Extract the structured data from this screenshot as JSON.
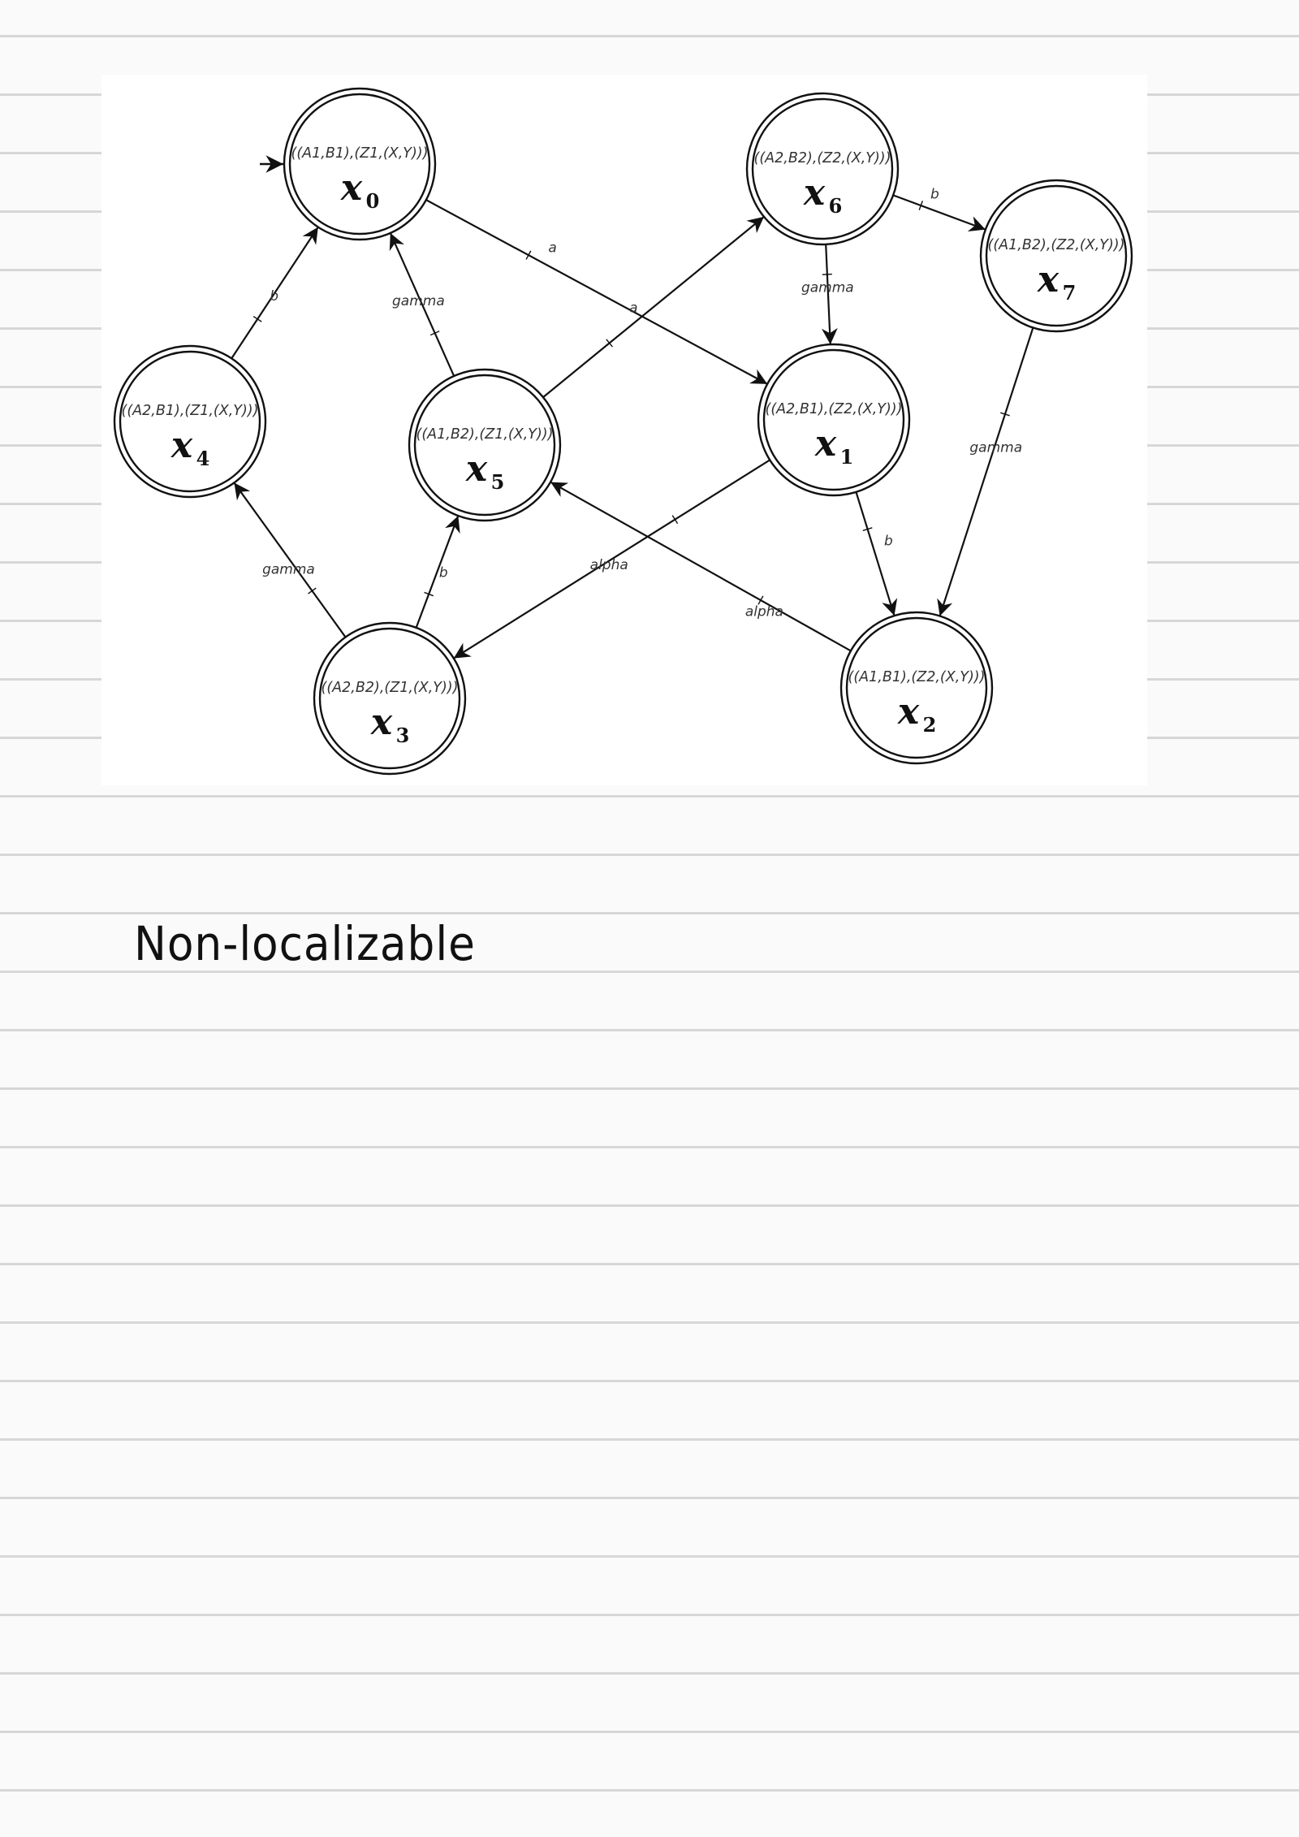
{
  "graph": {
    "nodes": [
      {
        "id": "x0",
        "tuple": "((A1,B1),(Z1,(X,Y)))",
        "name": "x",
        "sub": "0",
        "initial": true
      },
      {
        "id": "x1",
        "tuple": "((A2,B1),(Z2,(X,Y)))",
        "name": "x",
        "sub": "1",
        "initial": false
      },
      {
        "id": "x2",
        "tuple": "((A1,B1),(Z2,(X,Y)))",
        "name": "x",
        "sub": "2",
        "initial": false
      },
      {
        "id": "x3",
        "tuple": "((A2,B2),(Z1,(X,Y)))",
        "name": "x",
        "sub": "3",
        "initial": false
      },
      {
        "id": "x4",
        "tuple": "((A2,B1),(Z1,(X,Y)))",
        "name": "x",
        "sub": "4",
        "initial": false
      },
      {
        "id": "x5",
        "tuple": "((A1,B2),(Z1,(X,Y)))",
        "name": "x",
        "sub": "5",
        "initial": false
      },
      {
        "id": "x6",
        "tuple": "((A2,B2),(Z2,(X,Y)))",
        "name": "x",
        "sub": "6",
        "initial": false
      },
      {
        "id": "x7",
        "tuple": "((A1,B2),(Z2,(X,Y)))",
        "name": "x",
        "sub": "7",
        "initial": false
      }
    ],
    "edges": [
      {
        "from": "x0",
        "to": "x1",
        "label": "a"
      },
      {
        "from": "x4",
        "to": "x0",
        "label": "b"
      },
      {
        "from": "x5",
        "to": "x0",
        "label": "gamma"
      },
      {
        "from": "x5",
        "to": "x6",
        "label": "a"
      },
      {
        "from": "x6",
        "to": "x7",
        "label": "b"
      },
      {
        "from": "x6",
        "to": "x1",
        "label": "gamma"
      },
      {
        "from": "x7",
        "to": "x2",
        "label": "gamma"
      },
      {
        "from": "x1",
        "to": "x2",
        "label": "b"
      },
      {
        "from": "x1",
        "to": "x3",
        "label": "alpha"
      },
      {
        "from": "x2",
        "to": "x5",
        "label": "alpha"
      },
      {
        "from": "x3",
        "to": "x4",
        "label": "gamma"
      },
      {
        "from": "x3",
        "to": "x5",
        "label": "b"
      }
    ]
  },
  "note": {
    "text": "Non-localizable"
  }
}
